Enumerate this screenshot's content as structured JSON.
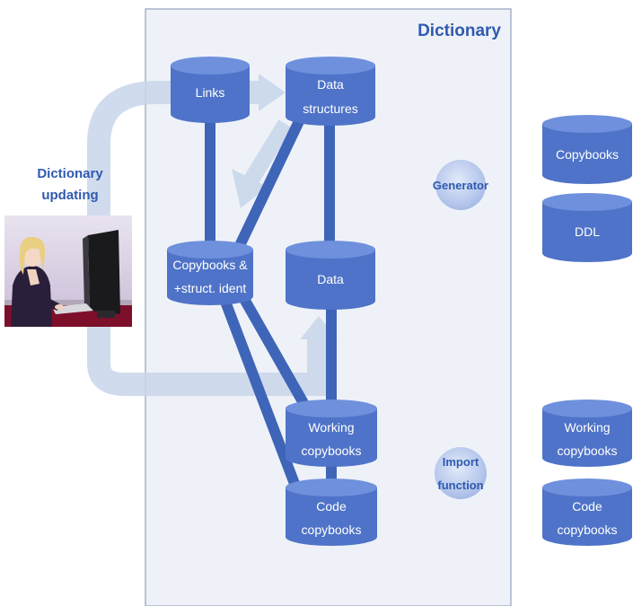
{
  "dictionary": {
    "title": "Dictionary"
  },
  "updating": {
    "label_line1": "Dictionary",
    "label_line2": "updating"
  },
  "inner_stores": {
    "links": [
      "Links"
    ],
    "data_structures": [
      "Data",
      "structures"
    ],
    "copybooks_ident": [
      "Copybooks &",
      "+struct. ident"
    ],
    "data": [
      "Data"
    ],
    "working_copybooks": [
      "Working",
      "copybooks"
    ],
    "code_copybooks": [
      "Code",
      "copybooks"
    ]
  },
  "processes": {
    "generator": [
      "Generator"
    ],
    "import_function": [
      "Import",
      "function"
    ]
  },
  "outputs": {
    "copybooks": [
      "Copybooks"
    ],
    "ddl": [
      "DDL"
    ],
    "working_copybooks": [
      "Working",
      "copybooks"
    ],
    "code_copybooks": [
      "Code",
      "copybooks"
    ]
  },
  "colors": {
    "cylinder_body": "#4f73c8",
    "cylinder_top": "#6f90dc",
    "connector": "#3f65b8",
    "dictionary_fill": "#eef2f8",
    "dictionary_border": "#a5b2c8",
    "flow_arrow": "#c8d6ea",
    "process_fill": "#b8c9ec",
    "title_text": "#2f5ab0"
  },
  "photo": {
    "icon": "person-at-computer-photo"
  }
}
